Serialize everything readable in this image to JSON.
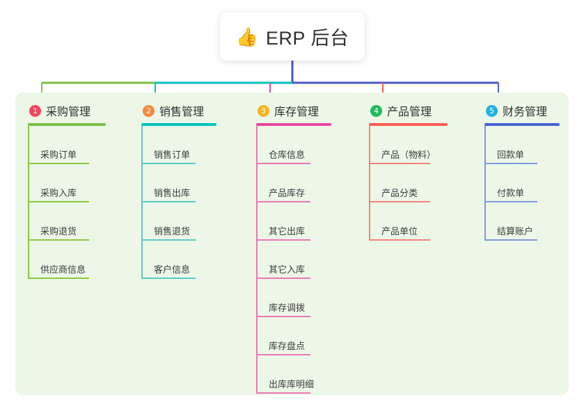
{
  "root": {
    "icon": "thumbs-up-icon",
    "icon_glyph": "👍",
    "title": "ERP 后台"
  },
  "palette": {
    "panel_bg": "#ecf7e7",
    "card_bg": "#ffffff",
    "text": "#3c3c3c",
    "title_text": "#2f2f2f",
    "root_stem": "#4b56c4"
  },
  "columns": [
    {
      "index": "1",
      "badge_color": "#f0465c",
      "line_color": "#7ac143",
      "rule_color": "#8cc63f",
      "title": "采购管理",
      "items": [
        {
          "label": "采购订单"
        },
        {
          "label": "采购入库"
        },
        {
          "label": "采购退货"
        },
        {
          "label": "供应商信息"
        }
      ]
    },
    {
      "index": "2",
      "badge_color": "#f58a3c",
      "line_color": "#00c2bb",
      "rule_color": "#5bc9c4",
      "title": "销售管理",
      "items": [
        {
          "label": "销售订单"
        },
        {
          "label": "销售出库"
        },
        {
          "label": "销售退货"
        },
        {
          "label": "客户信息"
        }
      ]
    },
    {
      "index": "3",
      "badge_color": "#f5b623",
      "line_color": "#e8479f",
      "rule_color": "#ec77b4",
      "title": "库存管理",
      "items": [
        {
          "label": "仓库信息"
        },
        {
          "label": "产品库存"
        },
        {
          "label": "其它出库"
        },
        {
          "label": "其它入库"
        },
        {
          "label": "库存调拨"
        },
        {
          "label": "库存盘点"
        },
        {
          "label": "出库库明细"
        }
      ]
    },
    {
      "index": "4",
      "badge_color": "#21ba5a",
      "line_color": "#fa5b52",
      "rule_color": "#f98179",
      "title": "产品管理",
      "items": [
        {
          "label": "产品（物料）"
        },
        {
          "label": "产品分类"
        },
        {
          "label": "产品单位"
        }
      ]
    },
    {
      "index": "5",
      "badge_color": "#22b3e3",
      "line_color": "#4b62cf",
      "rule_color": "#8296dd",
      "title": "财务管理",
      "items": [
        {
          "label": "回款单"
        },
        {
          "label": "付款单"
        },
        {
          "label": "结算账户"
        }
      ]
    }
  ]
}
